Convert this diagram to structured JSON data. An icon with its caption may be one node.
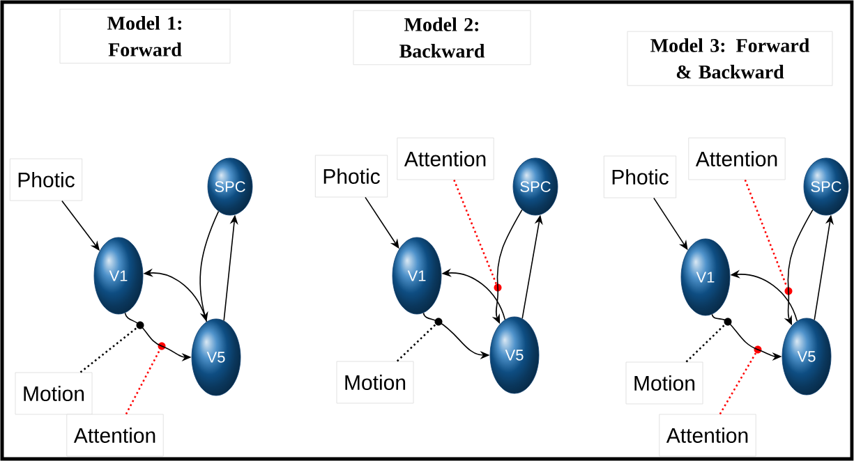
{
  "diagram": {
    "nodes": [
      {
        "text": [
          "Model 1: Forward"
        ]
      },
      {
        "text": [
          "Photic"
        ]
      },
      {
        "text": [
          "SPC"
        ]
      },
      {
        "text": [
          "V1"
        ]
      },
      {
        "text": [],
        "shape": "circle"
      },
      {
        "text": [],
        "shape": "circle"
      },
      {
        "text": [
          "V5"
        ]
      },
      {
        "text": [
          "Motion"
        ]
      },
      {
        "text": [
          "Attention"
        ]
      },
      {
        "text": [
          "Model 2: Backward"
        ]
      },
      {
        "text": [
          "Photic"
        ]
      },
      {
        "text": [
          "Attention"
        ]
      },
      {
        "text": [
          "SPC"
        ]
      },
      {
        "text": [
          "V1"
        ]
      },
      {
        "text": [],
        "shape": "circle"
      },
      {
        "text": [],
        "shape": "circle"
      },
      {
        "text": [
          "V5"
        ]
      },
      {
        "text": [
          "Motion"
        ]
      },
      {
        "text": [
          "Model 3: Forward & Backward"
        ]
      },
      {
        "text": [
          "Photic"
        ]
      },
      {
        "text": [
          "Attention"
        ]
      },
      {
        "text": [
          "SPC"
        ]
      },
      {
        "text": [
          "V1"
        ]
      },
      {
        "text": [],
        "shape": "circle"
      },
      {
        "text": [],
        "shape": "circle"
      },
      {
        "text": [],
        "shape": "circle"
      },
      {
        "text": [
          "V5"
        ]
      },
      {
        "text": [
          "Motion"
        ]
      },
      {
        "text": [
          "Attention"
        ]
      }
    ],
    "edges": [
      {
        "from": 1,
        "to": 3,
        "arrow": "to"
      },
      {
        "from": 6,
        "to": 3,
        "arrow": "to"
      },
      {
        "from": 3,
        "to": 6,
        "arrow": "to"
      },
      {
        "from": 2,
        "to": 6,
        "arrow": "to"
      },
      {
        "from": 6,
        "to": 2,
        "arrow": "to"
      },
      {
        "from": 7,
        "to": 4,
        "arrow": "none",
        "style": "dashed"
      },
      {
        "from": 8,
        "to": 5,
        "arrow": "none",
        "style": "dashed",
        "color": "#ff0000"
      },
      {
        "from": 10,
        "to": 13,
        "arrow": "to"
      },
      {
        "from": 16,
        "to": 13,
        "arrow": "to"
      },
      {
        "from": 13,
        "to": 16,
        "arrow": "to"
      },
      {
        "from": 12,
        "to": 16,
        "arrow": "to"
      },
      {
        "from": 16,
        "to": 12,
        "arrow": "to"
      },
      {
        "from": 17,
        "to": 15,
        "arrow": "none",
        "style": "dashed"
      },
      {
        "from": 11,
        "to": 14,
        "arrow": "none",
        "style": "dashed",
        "color": "#ff0000"
      },
      {
        "from": 19,
        "to": 22,
        "arrow": "to"
      },
      {
        "from": 26,
        "to": 22,
        "arrow": "to"
      },
      {
        "from": 22,
        "to": 26,
        "arrow": "to"
      },
      {
        "from": 21,
        "to": 26,
        "arrow": "to"
      },
      {
        "from": 26,
        "to": 21,
        "arrow": "to"
      },
      {
        "from": 27,
        "to": 24,
        "arrow": "none",
        "style": "dashed"
      },
      {
        "from": 20,
        "to": 23,
        "arrow": "none",
        "style": "dashed",
        "color": "#ff0000"
      },
      {
        "from": 28,
        "to": 25,
        "arrow": "none",
        "style": "dashed",
        "color": "#ff0000"
      }
    ]
  }
}
